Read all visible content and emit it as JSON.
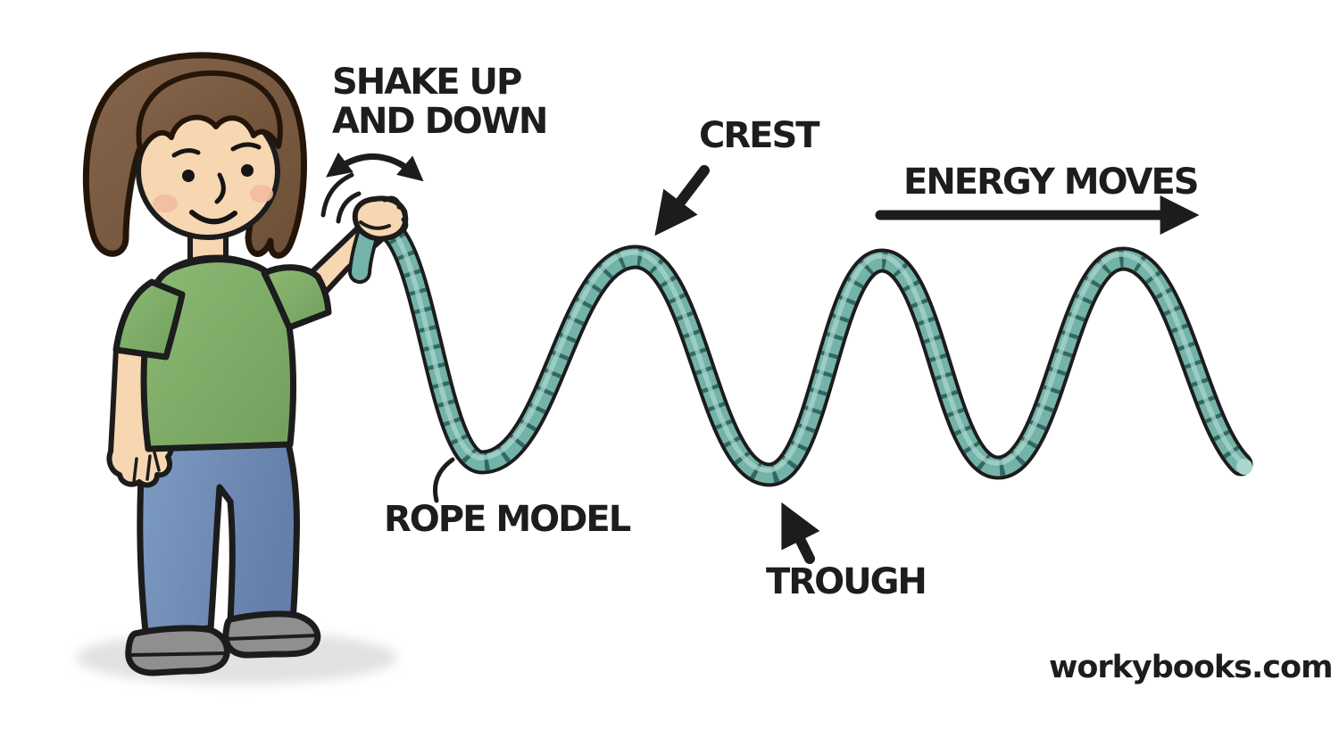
{
  "illustration": {
    "labels": {
      "shake_line1": "SHAKE UP",
      "shake_line2": "AND DOWN",
      "crest": "CREST",
      "energy": "ENERGY MOVES",
      "rope_model": "ROPE MODEL",
      "trough": "TROUGH"
    },
    "watermark": "workybooks.com"
  },
  "colors": {
    "text": "#1d1d1d",
    "outline": "#1c1c1c",
    "rope": "#74b3aa",
    "rope_stripe": "#2b5f5b",
    "rope_highlight": "#a9d6ce",
    "shirt_light": "#8cba75",
    "shirt_dark": "#72a05c",
    "jeans_light": "#7e9cc4",
    "jeans_dark": "#647fa9",
    "skin": "#f7d6b2",
    "cheek": "#f2bb9f",
    "hair_light": "#85654b",
    "hair_dark": "#6d5037",
    "hair_outline": "#241509",
    "shoe": "#8f8f8f",
    "shadow": "#dddddb"
  }
}
